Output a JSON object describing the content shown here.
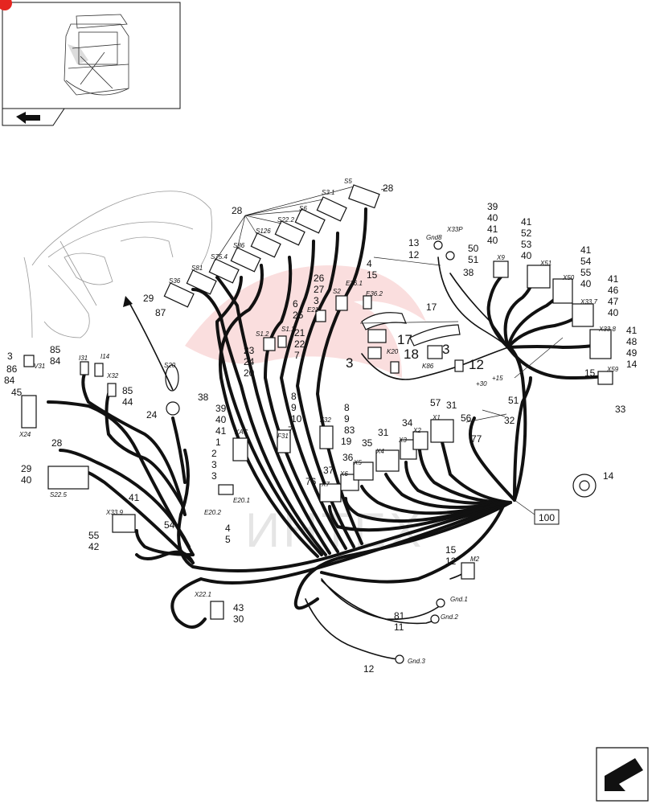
{
  "watermark": {
    "text": "ИНТЕХ",
    "color": "#e64a4a"
  },
  "callout_box": {
    "label": "100"
  },
  "connectors": [
    {
      "id": "S5",
      "label": "S5"
    },
    {
      "id": "S3.1",
      "label": "S3.1"
    },
    {
      "id": "S6",
      "label": "S6"
    },
    {
      "id": "S22.2",
      "label": "S22.2"
    },
    {
      "id": "S126",
      "label": "S126"
    },
    {
      "id": "S86",
      "label": "S86"
    },
    {
      "id": "S75.4",
      "label": "S75.4"
    },
    {
      "id": "S81",
      "label": "S81"
    },
    {
      "id": "S36",
      "label": "S36"
    },
    {
      "id": "S20",
      "label": "S20"
    },
    {
      "id": "S1.2",
      "label": "S1.2"
    },
    {
      "id": "S1.1",
      "label": "S1.1"
    },
    {
      "id": "E21",
      "label": "E21"
    },
    {
      "id": "S2",
      "label": "S2"
    },
    {
      "id": "E36.1",
      "label": "E36.1"
    },
    {
      "id": "E36.2",
      "label": "E36.2"
    },
    {
      "id": "K20",
      "label": "K20"
    },
    {
      "id": "K86",
      "label": "K86"
    },
    {
      "id": "Gnd8",
      "label": "Gnd8"
    },
    {
      "id": "X33P",
      "label": "X33P"
    },
    {
      "id": "X9",
      "label": "X9"
    },
    {
      "id": "X51",
      "label": "X51"
    },
    {
      "id": "X50",
      "label": "X50"
    },
    {
      "id": "X33.7",
      "label": "X33.7"
    },
    {
      "id": "X33.8",
      "label": "X33.8"
    },
    {
      "id": "X59",
      "label": "X59"
    },
    {
      "id": "V31",
      "label": "V31"
    },
    {
      "id": "I31",
      "label": "I31"
    },
    {
      "id": "I14",
      "label": "I14"
    },
    {
      "id": "X32",
      "label": "X32"
    },
    {
      "id": "X24",
      "label": "X24"
    },
    {
      "id": "S22.5",
      "label": "S22.5"
    },
    {
      "id": "X33.9",
      "label": "X33.9"
    },
    {
      "id": "XAC",
      "label": "XAC"
    },
    {
      "id": "F31",
      "label": "F31"
    },
    {
      "id": "F32",
      "label": "F32"
    },
    {
      "id": "E20.2",
      "label": "E20.2"
    },
    {
      "id": "E20.1",
      "label": "E20.1"
    },
    {
      "id": "X7",
      "label": "X7"
    },
    {
      "id": "X6",
      "label": "X6"
    },
    {
      "id": "X5",
      "label": "X5"
    },
    {
      "id": "X4",
      "label": "X4"
    },
    {
      "id": "X3",
      "label": "X3"
    },
    {
      "id": "X2",
      "label": "X2"
    },
    {
      "id": "X1",
      "label": "X1"
    },
    {
      "id": "+30",
      "label": "+30"
    },
    {
      "id": "+15",
      "label": "+15"
    },
    {
      "id": "M2",
      "label": "M2"
    },
    {
      "id": "X22.1",
      "label": "X22.1"
    },
    {
      "id": "Gnd.1",
      "label": "Gnd.1"
    },
    {
      "id": "Gnd.2",
      "label": "Gnd.2"
    },
    {
      "id": "Gnd.3",
      "label": "Gnd.3"
    }
  ],
  "callouts": [
    "28",
    "28",
    "29",
    "87",
    "3",
    "86",
    "84",
    "85",
    "84",
    "85",
    "44",
    "45",
    "28",
    "29",
    "40",
    "41",
    "54",
    "55",
    "42",
    "43",
    "30",
    "24",
    "38",
    "39",
    "40",
    "41",
    "1",
    "2",
    "3",
    "3",
    "4",
    "5",
    "6",
    "25",
    "26",
    "27",
    "3",
    "4",
    "15",
    "23",
    "24",
    "20",
    "21",
    "22",
    "7",
    "8",
    "9",
    "10",
    "7",
    "8",
    "9",
    "83",
    "19",
    "17",
    "3",
    "18",
    "17",
    "3",
    "12",
    "13",
    "12",
    "50",
    "51",
    "38",
    "39",
    "40",
    "41",
    "40",
    "41",
    "52",
    "53",
    "40",
    "41",
    "54",
    "55",
    "40",
    "41",
    "46",
    "47",
    "40",
    "41",
    "48",
    "49",
    "14",
    "15",
    "33",
    "31",
    "57",
    "56",
    "51",
    "32",
    "77",
    "34",
    "31",
    "35",
    "36",
    "37",
    "76",
    "14",
    "15",
    "12",
    "81",
    "11",
    "12"
  ]
}
